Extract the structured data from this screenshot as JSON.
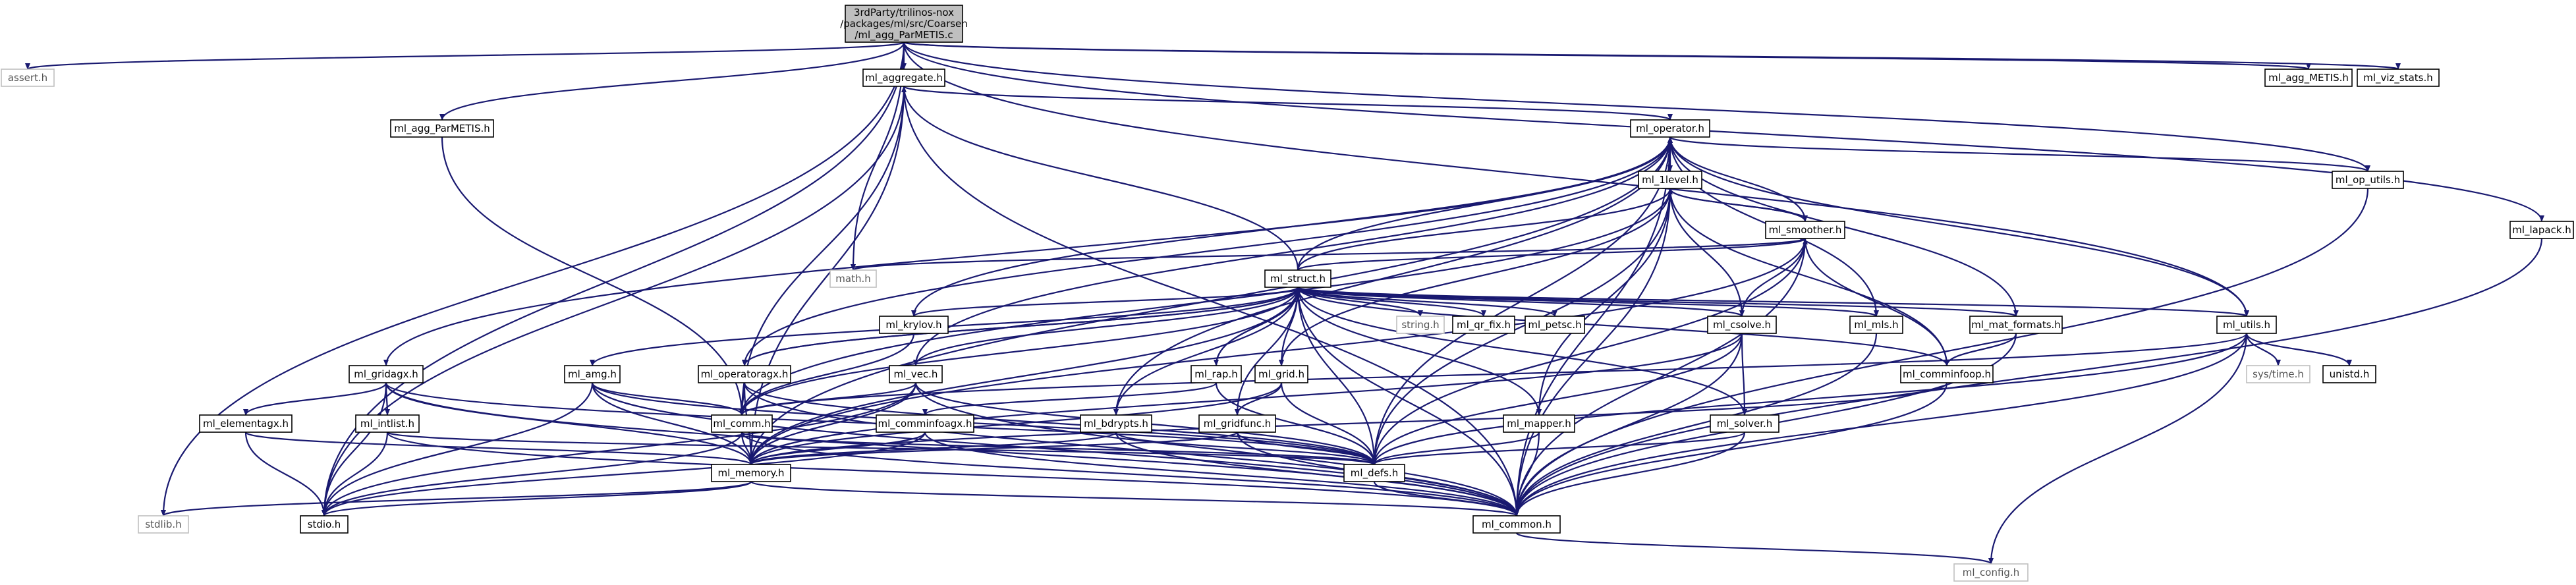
{
  "diagram": {
    "root": {
      "label_lines": [
        "3rdParty/trilinos-nox",
        "/packages/ml/src/Coarsen",
        "/ml_agg_ParMETIS.c"
      ]
    },
    "nodes": {
      "assert": "assert.h",
      "aggregate": "ml_aggregate.h",
      "agg_METIS": "ml_agg_METIS.h",
      "viz_stats": "ml_viz_stats.h",
      "agg_ParMETIS": "ml_agg_ParMETIS.h",
      "operator": "ml_operator.h",
      "1level": "ml_1level.h",
      "op_utils": "ml_op_utils.h",
      "lapack": "ml_lapack.h",
      "smoother": "ml_smoother.h",
      "math": "math.h",
      "struct": "ml_struct.h",
      "krylov": "ml_krylov.h",
      "string": "string.h",
      "qr_fix": "ml_qr_fix.h",
      "petsc": "ml_petsc.h",
      "csolve": "ml_csolve.h",
      "mls": "ml_mls.h",
      "mat_formats": "ml_mat_formats.h",
      "utils": "ml_utils.h",
      "gridagx": "ml_gridagx.h",
      "amg": "ml_amg.h",
      "operatoragx": "ml_operatoragx.h",
      "vec": "ml_vec.h",
      "rap": "ml_rap.h",
      "grid": "ml_grid.h",
      "comminfoop": "ml_comminfoop.h",
      "systime": "sys/time.h",
      "unistd": "unistd.h",
      "elementagx": "ml_elementagx.h",
      "intlist": "ml_intlist.h",
      "comm": "ml_comm.h",
      "comminfoagx": "ml_comminfoagx.h",
      "bdrypts": "ml_bdrypts.h",
      "gridfunc": "ml_gridfunc.h",
      "mapper": "ml_mapper.h",
      "solver": "ml_solver.h",
      "memory": "ml_memory.h",
      "defs": "ml_defs.h",
      "stdlib": "stdlib.h",
      "stdio": "stdio.h",
      "common": "ml_common.h",
      "config": "ml_config.h"
    }
  }
}
